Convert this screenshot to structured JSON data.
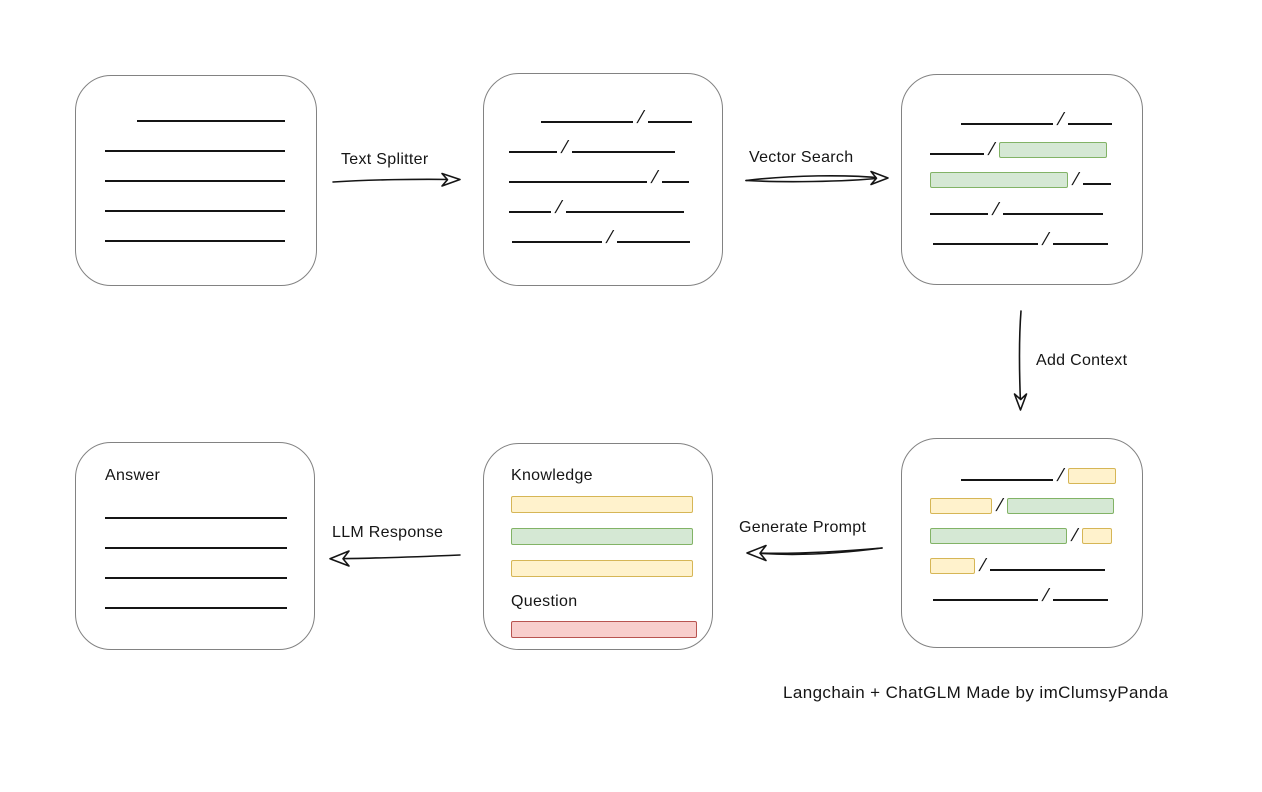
{
  "colors": {
    "green": {
      "fill": "#d5e8d4",
      "stroke": "#82b366"
    },
    "yellow": {
      "fill": "#fff2cc",
      "stroke": "#d6b656"
    },
    "red": {
      "fill": "#f8cecc",
      "stroke": "#b85450"
    },
    "box_border": "#828282",
    "ink": "#151515"
  },
  "labels": {
    "text_splitter": "Text Splitter",
    "vector_search": "Vector Search",
    "add_context": "Add Context",
    "generate_prompt": "Generate Prompt",
    "llm_response": "LLM Response"
  },
  "boxes": {
    "source_document": {
      "lines": [
        {
          "w": 148,
          "ind": 32
        },
        {
          "w": 180
        },
        {
          "w": 180
        },
        {
          "w": 180
        },
        {
          "w": 180
        }
      ]
    },
    "split_text": {
      "rows": [
        [
          {
            "t": "line",
            "w": 92,
            "ind": 32
          },
          {
            "t": "slash"
          },
          {
            "t": "line",
            "w": 44
          }
        ],
        [
          {
            "t": "line",
            "w": 48
          },
          {
            "t": "slash"
          },
          {
            "t": "line",
            "w": 103
          }
        ],
        [
          {
            "t": "line",
            "w": 138
          },
          {
            "t": "slash"
          },
          {
            "t": "line",
            "w": 27
          }
        ],
        [
          {
            "t": "line",
            "w": 42
          },
          {
            "t": "slash"
          },
          {
            "t": "line",
            "w": 118
          }
        ],
        [
          {
            "t": "line",
            "w": 90,
            "ind": 3
          },
          {
            "t": "slash"
          },
          {
            "t": "line",
            "w": 73
          }
        ]
      ]
    },
    "vector_matches": {
      "rows": [
        [
          {
            "t": "line",
            "w": 92,
            "ind": 31
          },
          {
            "t": "slash"
          },
          {
            "t": "line",
            "w": 44
          }
        ],
        [
          {
            "t": "line",
            "w": 54
          },
          {
            "t": "slash"
          },
          {
            "t": "chip",
            "c": "green",
            "w": 108
          }
        ],
        [
          {
            "t": "chip",
            "c": "green",
            "w": 138
          },
          {
            "t": "slash"
          },
          {
            "t": "line",
            "w": 28
          }
        ],
        [
          {
            "t": "line",
            "w": 58
          },
          {
            "t": "slash"
          },
          {
            "t": "line",
            "w": 100
          }
        ],
        [
          {
            "t": "line",
            "w": 105,
            "ind": 3
          },
          {
            "t": "slash"
          },
          {
            "t": "line",
            "w": 55
          }
        ]
      ]
    },
    "context_added": {
      "rows": [
        [
          {
            "t": "line",
            "w": 92,
            "ind": 31
          },
          {
            "t": "slash"
          },
          {
            "t": "chip",
            "c": "yellow",
            "w": 48
          }
        ],
        [
          {
            "t": "chip",
            "c": "yellow",
            "w": 62
          },
          {
            "t": "slash"
          },
          {
            "t": "chip",
            "c": "green",
            "w": 107
          }
        ],
        [
          {
            "t": "chip",
            "c": "green",
            "w": 137
          },
          {
            "t": "slash"
          },
          {
            "t": "chip",
            "c": "yellow",
            "w": 30
          }
        ],
        [
          {
            "t": "chip",
            "c": "yellow",
            "w": 45
          },
          {
            "t": "slash"
          },
          {
            "t": "line",
            "w": 115
          }
        ],
        [
          {
            "t": "line",
            "w": 105,
            "ind": 3
          },
          {
            "t": "slash"
          },
          {
            "t": "line",
            "w": 55
          }
        ]
      ]
    },
    "prompt": {
      "knowledge_label": "Knowledge",
      "question_label": "Question",
      "knowledge_bars": [
        {
          "color": "yellow",
          "w": 180
        },
        {
          "color": "green",
          "w": 180
        },
        {
          "color": "yellow",
          "w": 180
        }
      ],
      "question_bars": [
        {
          "color": "red",
          "w": 184
        }
      ]
    },
    "answer": {
      "title": "Answer",
      "lines": [
        {
          "w": 182
        },
        {
          "w": 182
        },
        {
          "w": 182
        },
        {
          "w": 182
        }
      ]
    }
  },
  "attribution": "Langchain + ChatGLM Made by imClumsyPanda"
}
